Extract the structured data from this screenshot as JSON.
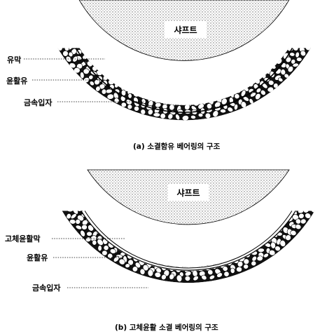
{
  "diagram_a": {
    "shaft_label": "샤프트",
    "labels": [
      "유막",
      "윤활유",
      "금속입자"
    ],
    "caption": "(a) 소결함유 베어링의 구조"
  },
  "diagram_b": {
    "shaft_label": "샤프트",
    "labels": [
      "고체윤활막",
      "윤활유",
      "금속입자"
    ],
    "caption": "(b) 고체윤활 소결 베어링의 구조"
  }
}
